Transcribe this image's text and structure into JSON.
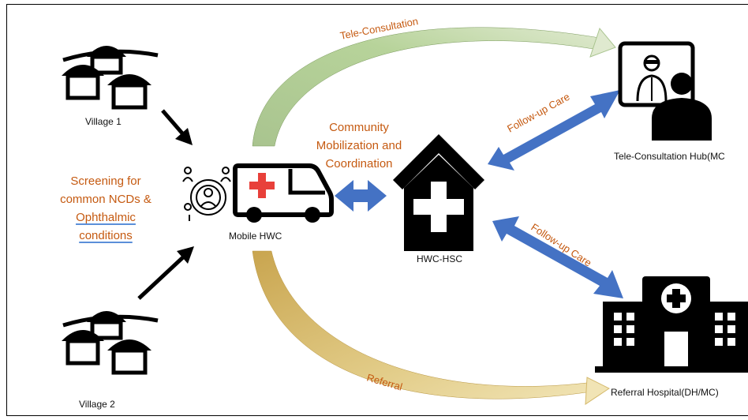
{
  "villages": [
    {
      "label": "Village 1"
    },
    {
      "label": "Village 2"
    }
  ],
  "screening": {
    "line1": "Screening for",
    "line2": "common NCDs &",
    "line3": "Ophthalmic",
    "line4": "conditions"
  },
  "mobile_hwc": {
    "label": "Mobile HWC"
  },
  "community": {
    "line1": "Community",
    "line2": "Mobilization and",
    "line3": "Coordination"
  },
  "hwc_hsc": {
    "label": "HWC-HSC"
  },
  "tele_hub": {
    "label": "Tele-Consultation Hub(MC"
  },
  "referral_hospital": {
    "label": "Referral Hospital(DH/MC)"
  },
  "arrows": {
    "tele_consultation": "Tele-Consultation",
    "follow_up_1": "Follow-up Care",
    "follow_up_2": "Follow-up Care",
    "referral": "Referral"
  },
  "colors": {
    "orange_text": "#c55a11",
    "blue_arrow": "#4472c4",
    "green_arrow": "#a9c48f",
    "gold_arrow": "#d4b86a",
    "red_cross": "#e8403a"
  },
  "icons": [
    "village-huts-icon",
    "doctor-community-icon",
    "ambulance-icon",
    "health-center-icon",
    "telemedicine-icon",
    "hospital-icon"
  ]
}
